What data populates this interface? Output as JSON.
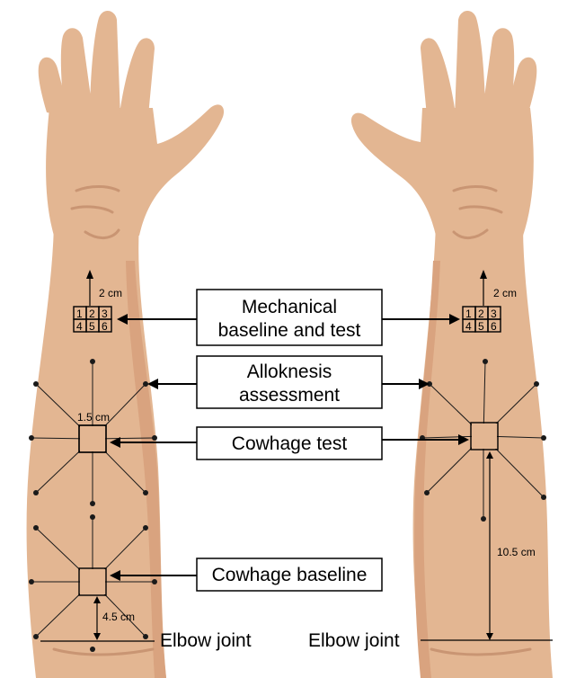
{
  "labels": {
    "mechanical": [
      "Mechanical",
      "baseline and test"
    ],
    "alloknesis": [
      "Alloknesis",
      "assessment"
    ],
    "cowhage_test": "Cowhage test",
    "cowhage_baseline": "Cowhage baseline",
    "elbow_left": "Elbow joint",
    "elbow_right": "Elbow joint"
  },
  "measurements": {
    "left_wrist_distance": "2 cm",
    "right_wrist_distance": "2 cm",
    "square_size": "1.5 cm",
    "baseline_to_elbow": "4.5 cm",
    "test_to_elbow": "10.5 cm"
  },
  "grid_numbers": [
    "1",
    "2",
    "3",
    "4",
    "5",
    "6"
  ],
  "colors": {
    "skin": "#e3b692",
    "skin_shadow": "#c99573",
    "ink": "#000000"
  }
}
